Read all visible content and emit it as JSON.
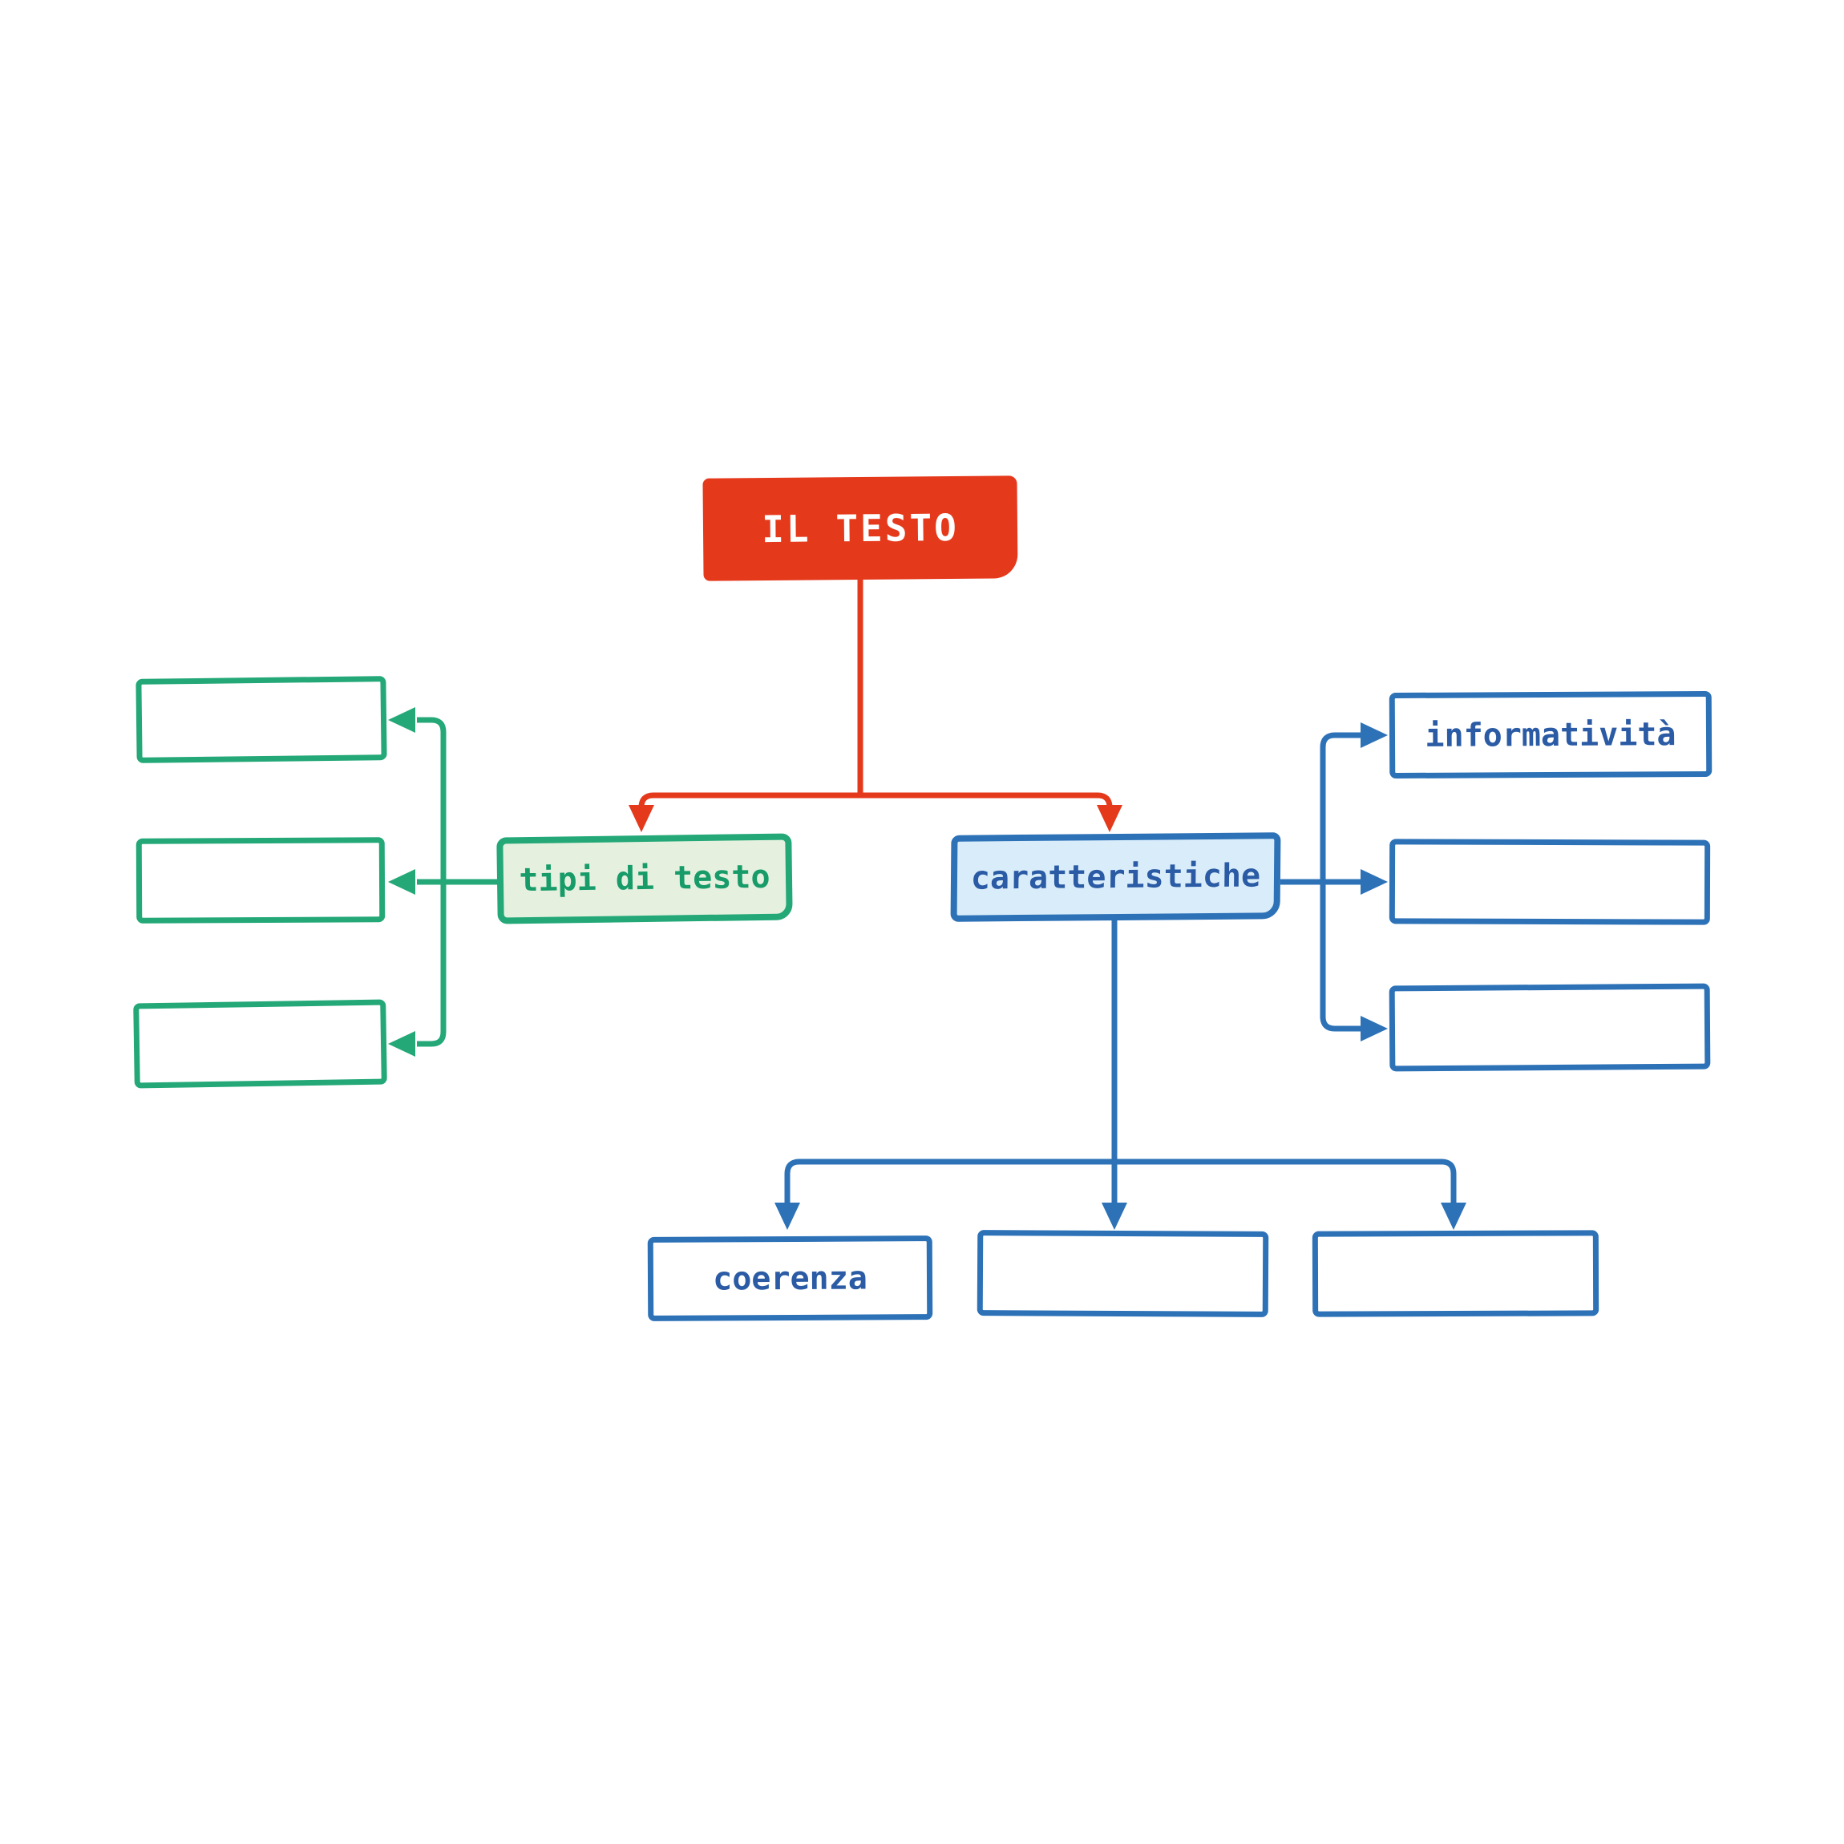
{
  "diagram": {
    "root": {
      "label": "IL TESTO"
    },
    "branches": {
      "left": {
        "label": "tipi di testo",
        "children": [
          "",
          "",
          ""
        ]
      },
      "right": {
        "label": "caratteristiche",
        "side_children": [
          "informatività",
          "",
          ""
        ],
        "bottom_children": [
          "coerenza",
          "",
          ""
        ]
      }
    },
    "colors": {
      "root_fill": "#e5391c",
      "root_text": "#ffffff",
      "green_border": "#24a878",
      "green_fill": "#e5f0df",
      "green_text": "#179b69",
      "blue_border": "#2d72b7",
      "blue_fill": "#d9ecfa",
      "blue_text": "#2a5ba4",
      "background": "#ffffff"
    }
  }
}
